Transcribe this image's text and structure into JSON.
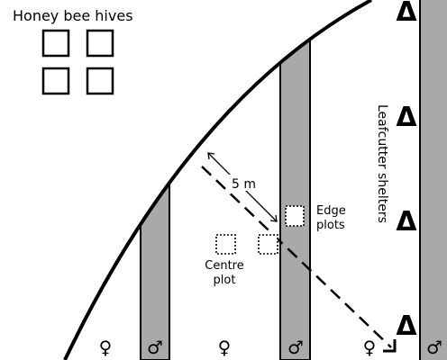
{
  "hives": {
    "title": "Honey bee hives"
  },
  "shelters": {
    "label": "Leafcutter shelters",
    "symbol": "Δ"
  },
  "measure": {
    "label": "5 m"
  },
  "plots": {
    "edge_label_1": "Edge",
    "edge_label_2": "plots",
    "centre_label_1": "Centre",
    "centre_label_2": "plot"
  },
  "rows": {
    "female_symbol": "♀",
    "male_symbol": "♂"
  },
  "colors": {
    "male_row": "#a9a9a9",
    "ink": "#000000"
  }
}
